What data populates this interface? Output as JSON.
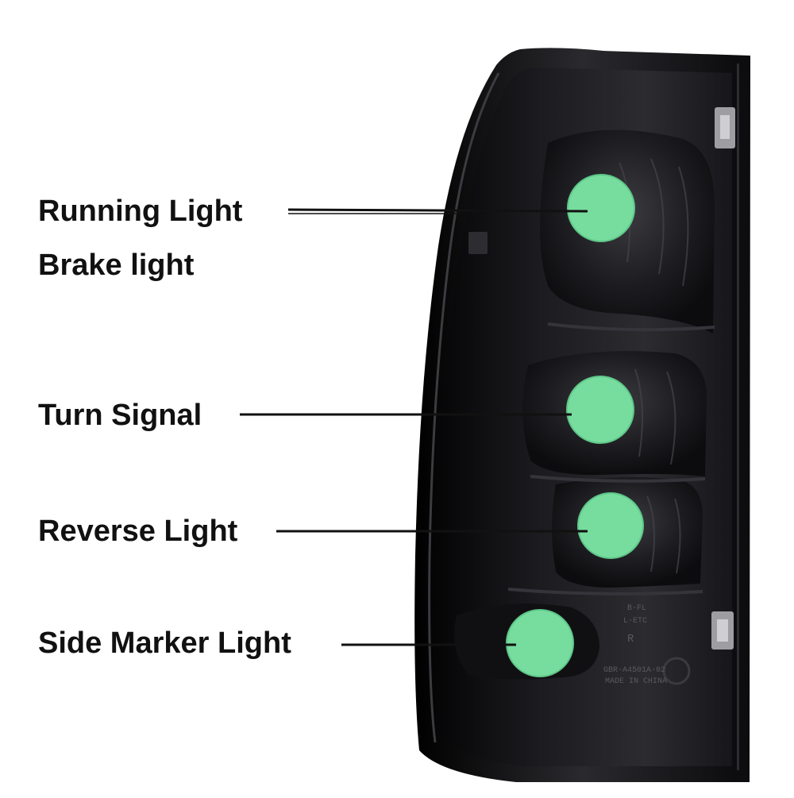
{
  "callouts": {
    "running_light": "Running Light",
    "brake_light": "Brake light",
    "turn_signal": "Turn Signal",
    "reverse_light": "Reverse Light",
    "side_marker_light": "Side Marker Light"
  },
  "housing_markings": {
    "code_1": "B-FL",
    "code_2": "L-ETC",
    "side": "R",
    "part_number": "GBR-A4501A-02",
    "origin": "MADE IN CHINA"
  },
  "colors": {
    "bulb_marker": "#77dd9e",
    "housing": "#141416",
    "callout_line": "#111111",
    "label_text": "#111111"
  }
}
